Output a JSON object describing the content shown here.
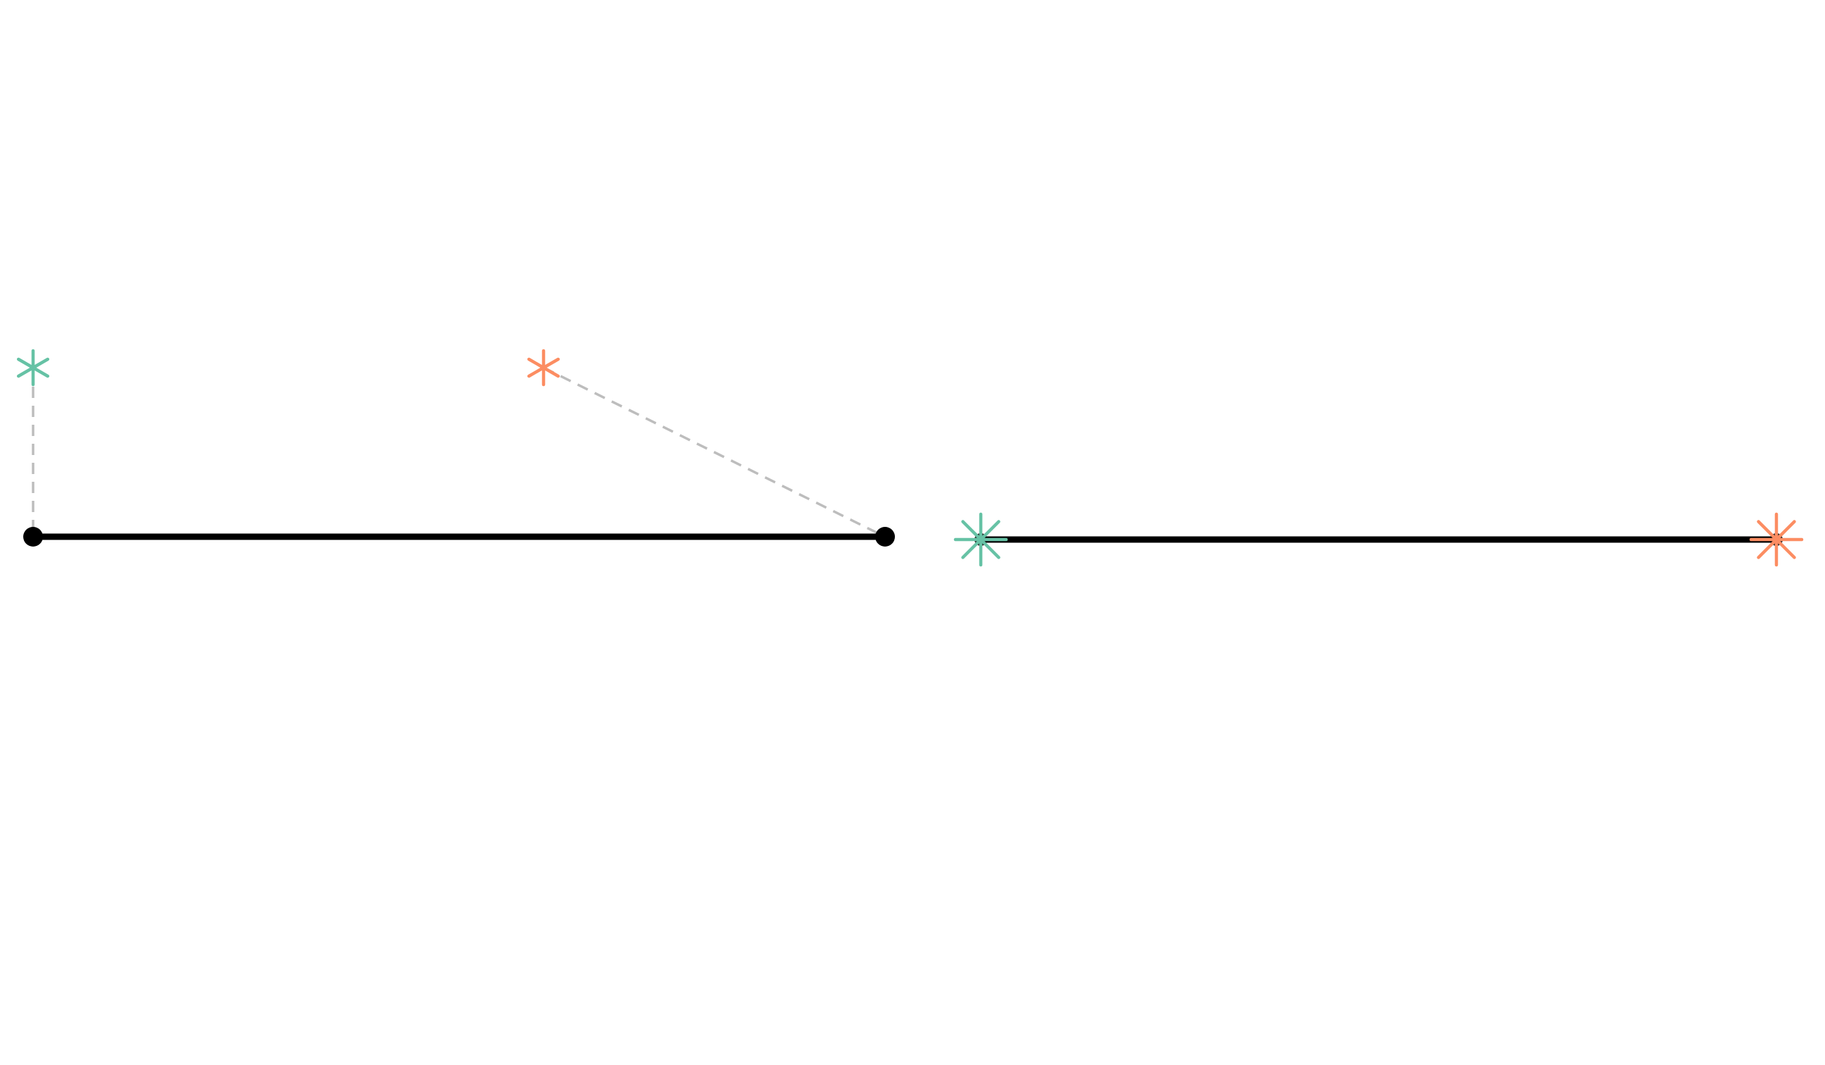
{
  "colors": {
    "background": "#ffffff",
    "segment": "#000000",
    "guide": "#bdbdbd",
    "start_marker": "#66c2a5",
    "end_marker": "#fc8d62"
  },
  "panels": [
    {
      "id": "before",
      "segment": {
        "endpoints": "black-dots"
      },
      "markers": [
        {
          "role": "start",
          "shape": "asterisk",
          "color": "#66c2a5"
        },
        {
          "role": "end",
          "shape": "asterisk",
          "color": "#fc8d62"
        }
      ],
      "guides": "dashed-connectors"
    },
    {
      "id": "after",
      "segment": {
        "endpoints": "markers-on-endpoints"
      },
      "markers": [
        {
          "role": "start",
          "shape": "asterisk",
          "color": "#66c2a5"
        },
        {
          "role": "end",
          "shape": "asterisk",
          "color": "#fc8d62"
        }
      ],
      "guides": "none"
    }
  ]
}
